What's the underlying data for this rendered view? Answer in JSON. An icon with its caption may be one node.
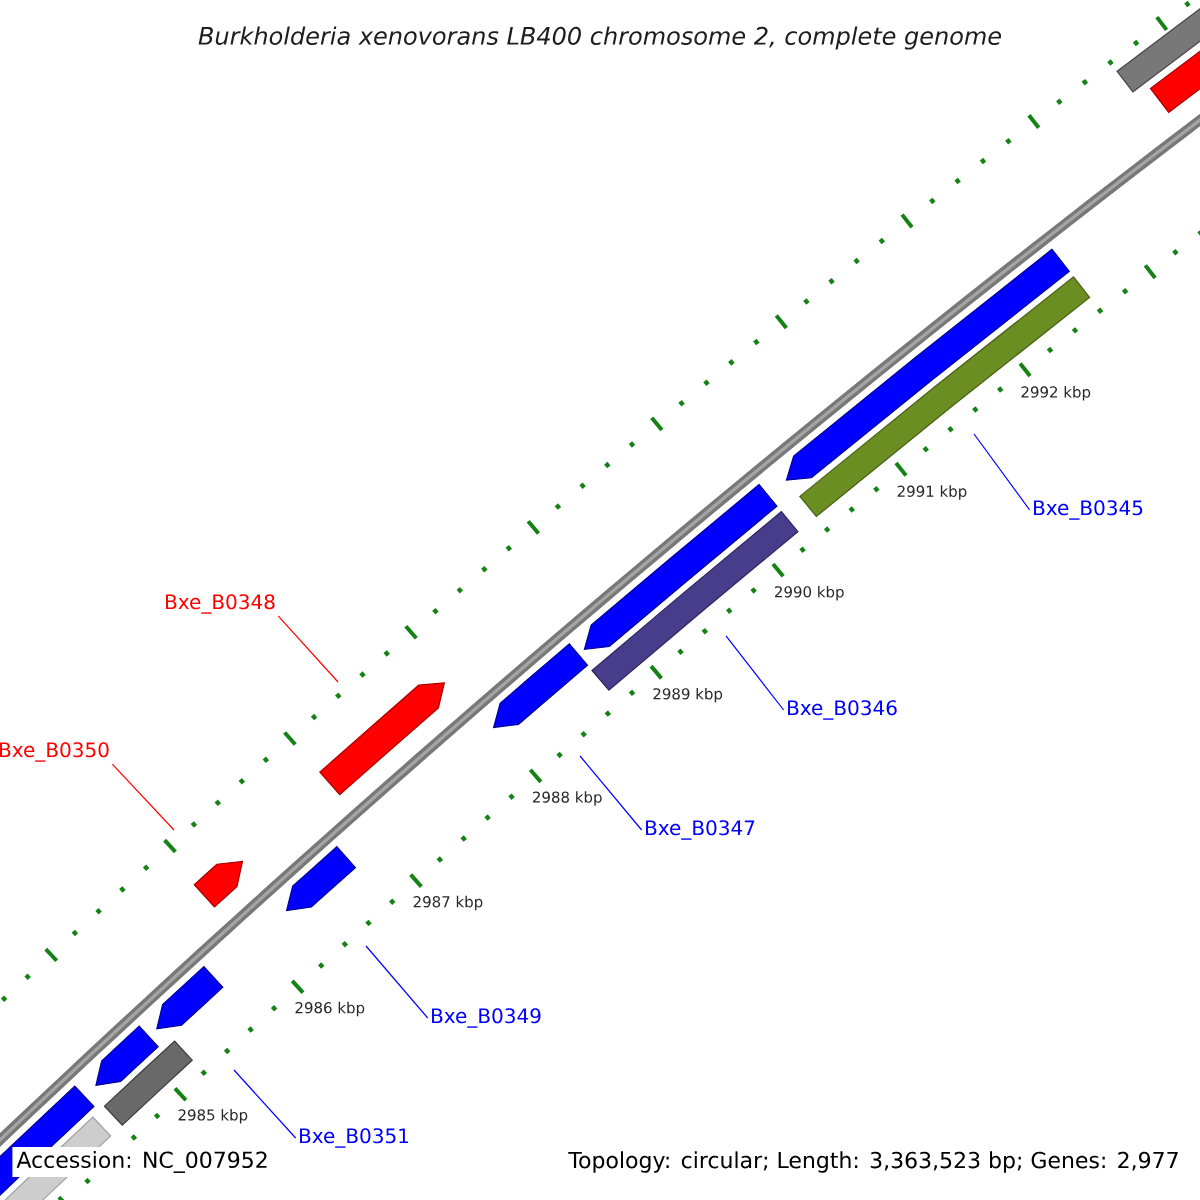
{
  "diagram": {
    "title": "Burkholderia xenovorans LB400 chromosome 2, complete genome",
    "nodes": [
      {
        "text": [
          "Bxe_B0345"
        ]
      },
      {
        "text": [
          "Bxe_B0348"
        ]
      },
      {
        "text": [
          "Bxe_B0346"
        ]
      },
      {
        "text": [
          "Bxe_B0350"
        ]
      },
      {
        "text": [
          "Bxe_B0347"
        ]
      },
      {
        "text": [
          "Bxe_B0349"
        ]
      },
      {
        "text": [
          "Bxe_B0351"
        ]
      }
    ],
    "edges": [
      {
        "from": 0,
        "to": null,
        "arrow": "none"
      },
      {
        "from": 1,
        "to": null,
        "arrow": "none",
        "color": "#ff0000"
      },
      {
        "from": 2,
        "to": null,
        "arrow": "none"
      },
      {
        "from": 3,
        "to": null,
        "arrow": "none",
        "color": "#ff0000"
      },
      {
        "from": 4,
        "to": null,
        "arrow": "none"
      },
      {
        "from": 5,
        "to": null,
        "arrow": "none"
      },
      {
        "from": 6,
        "to": null,
        "arrow": "none"
      }
    ],
    "labels": [
      "2992 kbp",
      "2991 kbp",
      "2990 kbp",
      "2989 kbp",
      "2988 kbp",
      "2987 kbp",
      "2986 kbp",
      "2985 kbp",
      "Accession: NC_007952",
      "Topology: circular; Length: 3,363,523 bp; Genes: 2,977"
    ]
  }
}
